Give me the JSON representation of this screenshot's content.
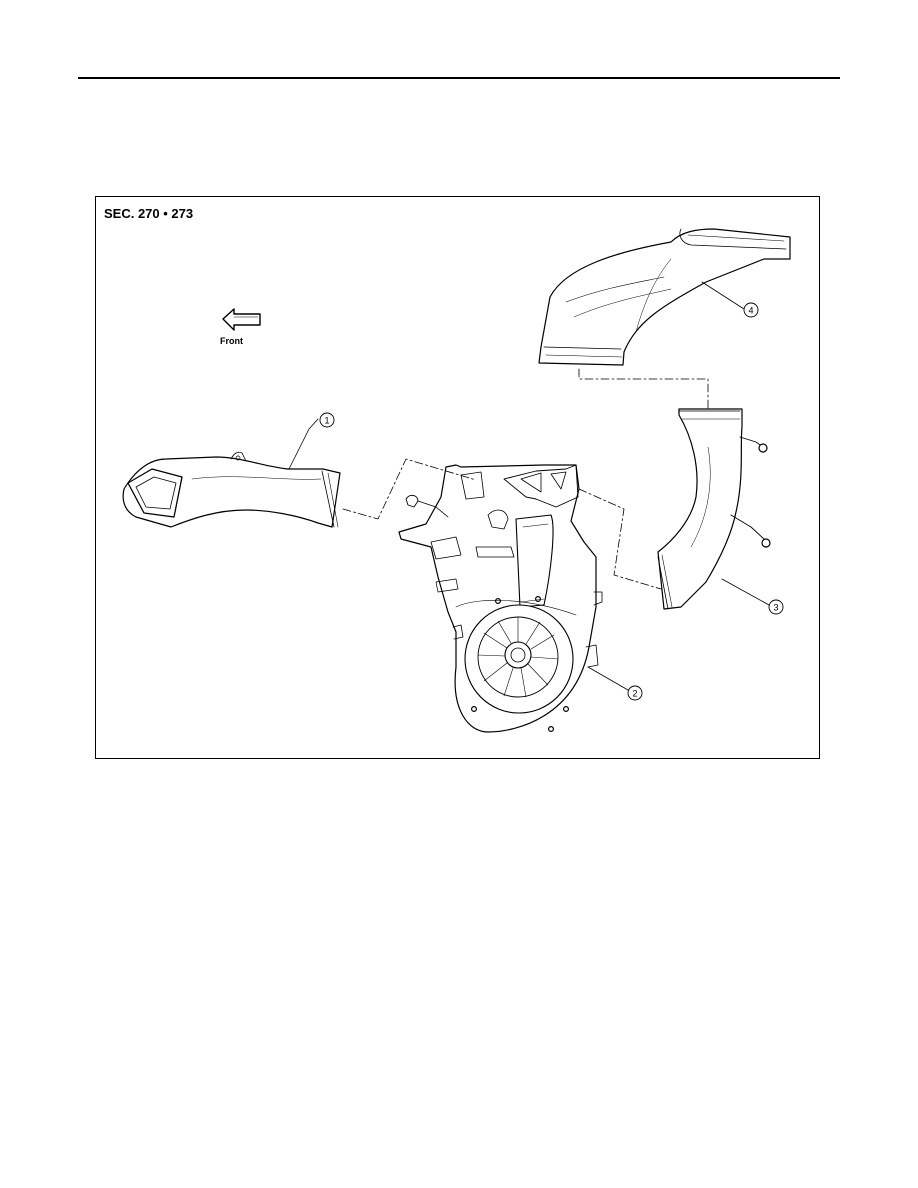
{
  "section_label": "SEC. 270 • 273",
  "direction_label": "Front",
  "callouts": [
    "1",
    "2",
    "3",
    "4"
  ]
}
